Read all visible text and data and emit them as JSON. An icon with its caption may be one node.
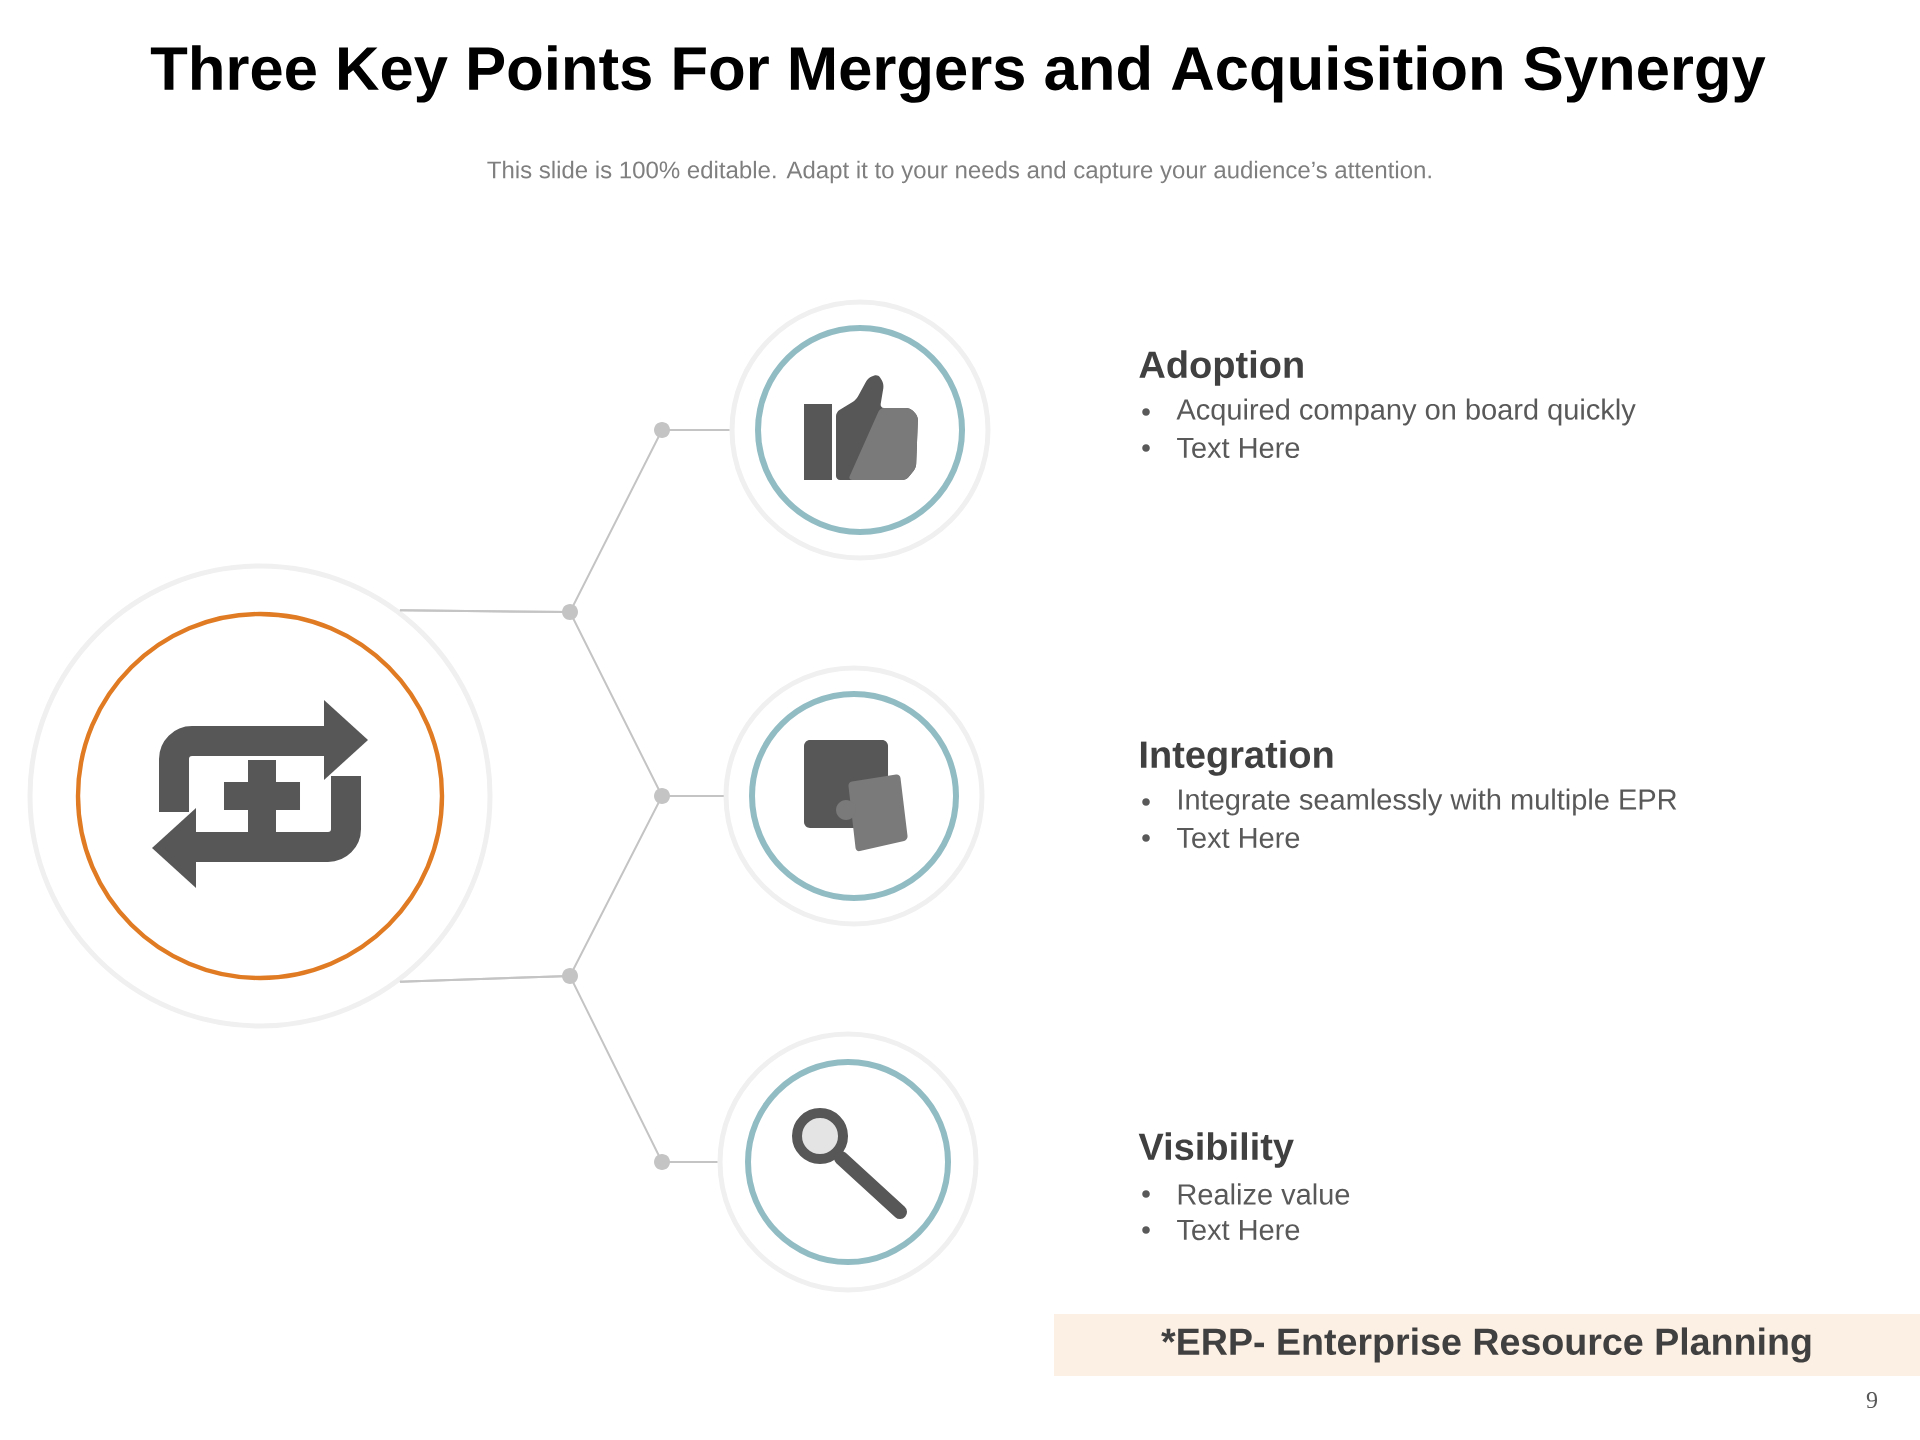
{
  "diagram": {
    "title": "Three Key Points For Mergers and Acquisition Synergy",
    "nodes": [
      {
        "text": [],
        "shape": "circle"
      },
      {
        "text": [],
        "shape": "circle",
        "beside": [
          "Adoption",
          "Acquired company on board quickly",
          "Text Here"
        ]
      },
      {
        "text": [],
        "shape": "circle",
        "beside": [
          "Integration",
          "Integrate seamlessly with multiple EPR",
          "Text Here"
        ]
      },
      {
        "text": [],
        "shape": "circle",
        "beside": [
          "Visibility",
          "Realize value",
          "Text Here"
        ]
      },
      {
        "text": [
          "*ERP- Enterprise Resource Planning"
        ]
      }
    ],
    "edges": [
      {
        "from": 0,
        "to": 1,
        "arrow": "none"
      },
      {
        "from": 0,
        "to": 2,
        "arrow": "none"
      },
      {
        "from": 0,
        "to": 2,
        "arrow": "none"
      },
      {
        "from": 0,
        "to": 3,
        "arrow": "none"
      }
    ],
    "labels": [
      "This slide is 100% editable. Adapt it to your needs and capture your audience’s attention.",
      "9"
    ]
  }
}
